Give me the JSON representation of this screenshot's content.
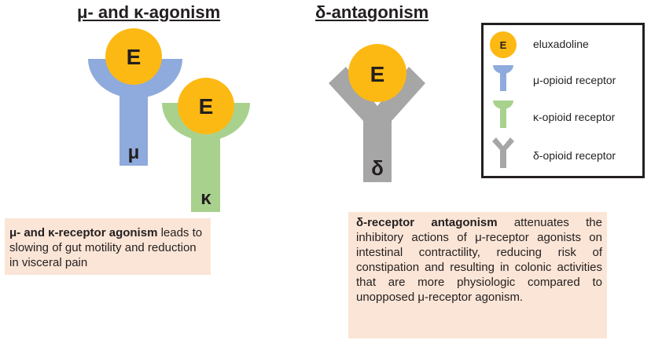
{
  "headings": {
    "left": "μ- and κ-agonism",
    "right": "δ-antagonism"
  },
  "ligand_symbol": "E",
  "receptor_symbols": {
    "mu": "μ",
    "kappa": "κ",
    "delta": "δ"
  },
  "colors": {
    "ligand": "#fdb913",
    "mu": "#8faadc",
    "kappa": "#a9d18e",
    "delta": "#a6a6a6",
    "note_bg": "#fbe5d6"
  },
  "legend": {
    "items": [
      {
        "icon": "eluxadoline-ligand-icon",
        "label": "eluxadoline"
      },
      {
        "icon": "mu-receptor-icon",
        "label": "μ-opioid receptor"
      },
      {
        "icon": "kappa-receptor-icon",
        "label": "κ-opioid receptor"
      },
      {
        "icon": "delta-receptor-icon",
        "label": "δ-opioid receptor"
      }
    ]
  },
  "notes": {
    "left": {
      "bold": "μ- and κ-receptor agonism",
      "text": " leads to slowing of gut motility and reduction in visceral pain"
    },
    "right": {
      "bold": "δ-receptor antagonism",
      "text": " attenuates the inhibitory actions of μ-receptor agonists on intestinal contractility, reducing risk of constipation and resulting in colonic activities that are more physiologic compared to unopposed μ-receptor agonism."
    }
  }
}
